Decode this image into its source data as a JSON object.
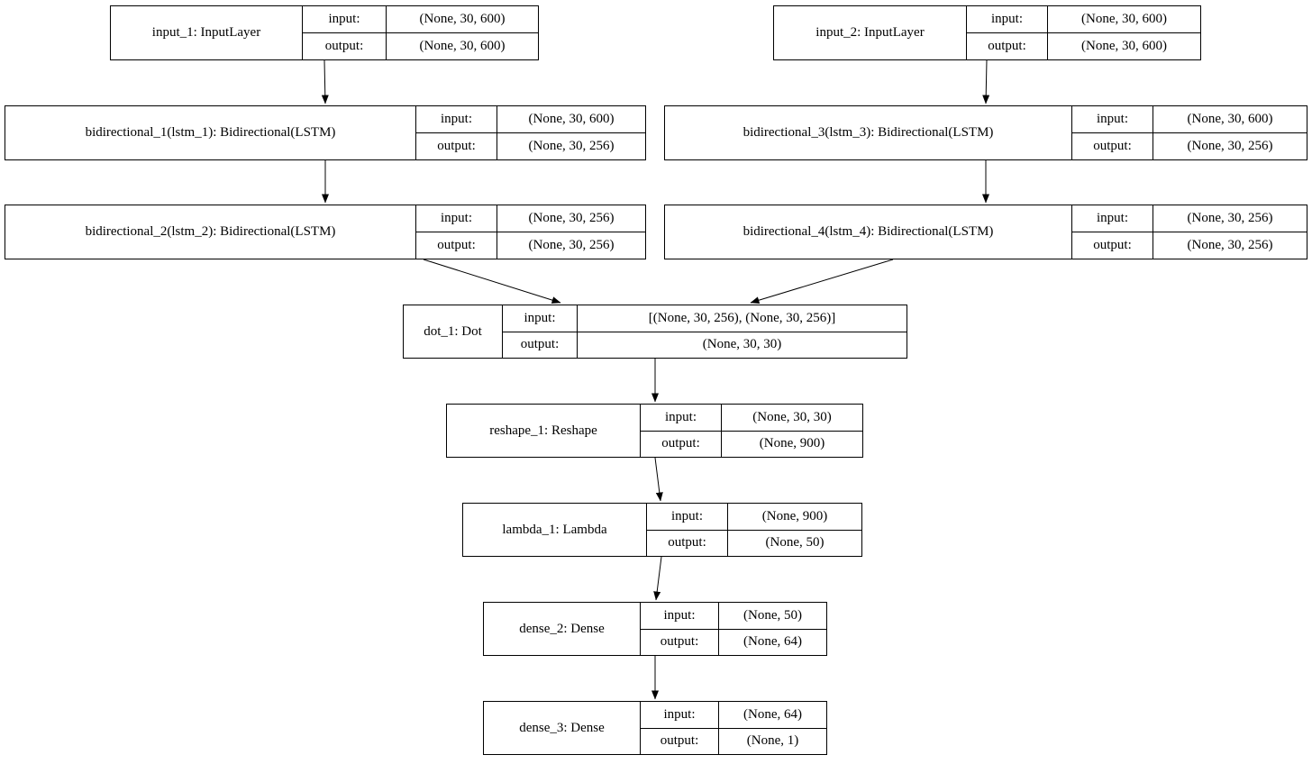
{
  "labels": {
    "input": "input:",
    "output": "output:"
  },
  "colors": {
    "background": "#ffffff",
    "node_fill": "#ffffff",
    "node_border": "#000000",
    "text": "#000000",
    "edge": "#000000"
  },
  "nodes": [
    {
      "id": "input_1",
      "name": "input_1: InputLayer",
      "input": "(None, 30, 600)",
      "output": "(None, 30, 600)"
    },
    {
      "id": "bidirectional_1",
      "name": "bidirectional_1(lstm_1): Bidirectional(LSTM)",
      "input": "(None, 30, 600)",
      "output": "(None, 30, 256)"
    },
    {
      "id": "bidirectional_2",
      "name": "bidirectional_2(lstm_2): Bidirectional(LSTM)",
      "input": "(None, 30, 256)",
      "output": "(None, 30, 256)"
    },
    {
      "id": "input_2",
      "name": "input_2: InputLayer",
      "input": "(None, 30, 600)",
      "output": "(None, 30, 600)"
    },
    {
      "id": "bidirectional_3",
      "name": "bidirectional_3(lstm_3): Bidirectional(LSTM)",
      "input": "(None, 30, 600)",
      "output": "(None, 30, 256)"
    },
    {
      "id": "bidirectional_4",
      "name": "bidirectional_4(lstm_4): Bidirectional(LSTM)",
      "input": "(None, 30, 256)",
      "output": "(None, 30, 256)"
    },
    {
      "id": "dot_1",
      "name": "dot_1: Dot",
      "input": "[(None, 30, 256), (None, 30, 256)]",
      "output": "(None, 30, 30)"
    },
    {
      "id": "reshape_1",
      "name": "reshape_1: Reshape",
      "input": "(None, 30, 30)",
      "output": "(None, 900)"
    },
    {
      "id": "lambda_1",
      "name": "lambda_1: Lambda",
      "input": "(None, 900)",
      "output": "(None, 50)"
    },
    {
      "id": "dense_2",
      "name": "dense_2: Dense",
      "input": "(None, 50)",
      "output": "(None, 64)"
    },
    {
      "id": "dense_3",
      "name": "dense_3: Dense",
      "input": "(None, 64)",
      "output": "(None, 1)"
    }
  ],
  "edges": [
    {
      "from": "input_1",
      "to": "bidirectional_1"
    },
    {
      "from": "bidirectional_1",
      "to": "bidirectional_2"
    },
    {
      "from": "bidirectional_2",
      "to": "dot_1"
    },
    {
      "from": "input_2",
      "to": "bidirectional_3"
    },
    {
      "from": "bidirectional_3",
      "to": "bidirectional_4"
    },
    {
      "from": "bidirectional_4",
      "to": "dot_1"
    },
    {
      "from": "dot_1",
      "to": "reshape_1"
    },
    {
      "from": "reshape_1",
      "to": "lambda_1"
    },
    {
      "from": "lambda_1",
      "to": "dense_2"
    },
    {
      "from": "dense_2",
      "to": "dense_3"
    }
  ]
}
